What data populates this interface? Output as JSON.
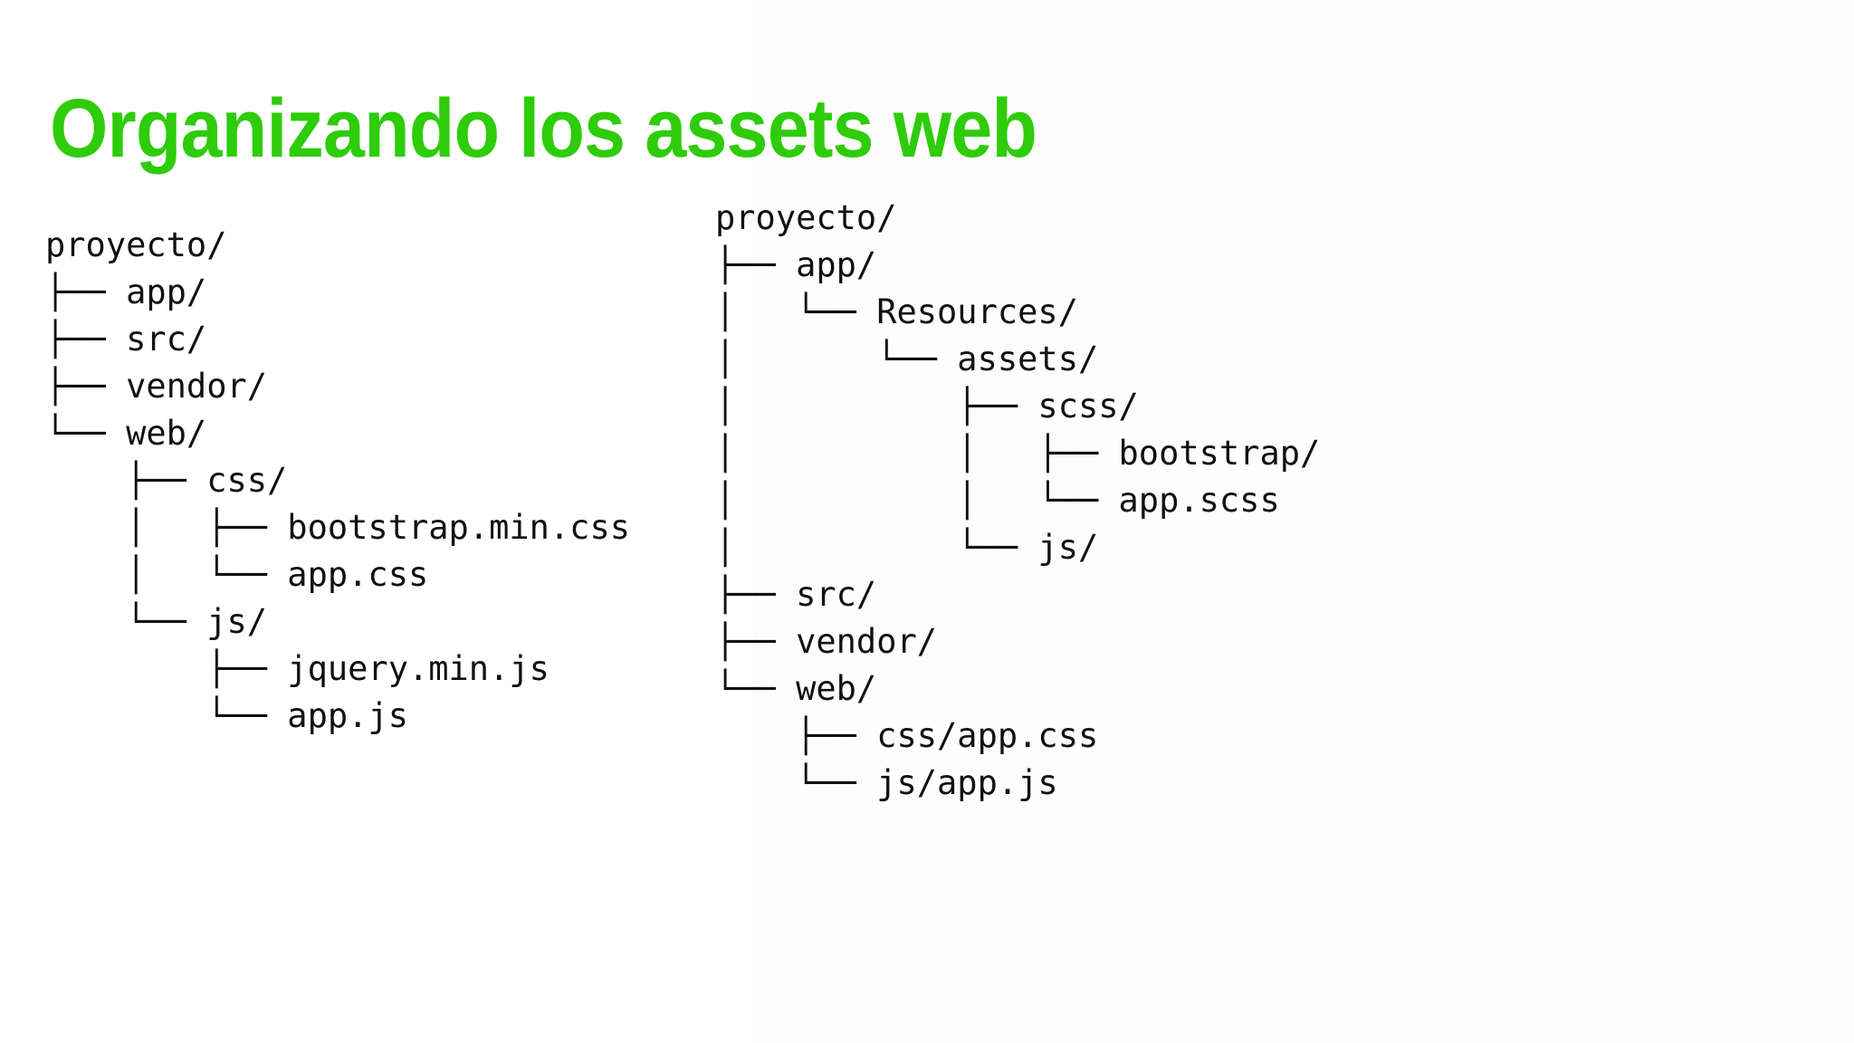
{
  "slide": {
    "title": "Organizando los assets web",
    "title_color": "#2ECC0A",
    "background_color": "#ffffff",
    "text_color": "#111111"
  },
  "trees": {
    "left": {
      "name": "traditional-asset-layout",
      "root": "proyecto/",
      "lines": [
        "proyecto/",
        "├── app/",
        "├── src/",
        "├── vendor/",
        "└── web/",
        "    ├── css/",
        "    │   ├── bootstrap.min.css",
        "    │   └── app.css",
        "    └── js/",
        "        ├── jquery.min.js",
        "        └── app.js"
      ]
    },
    "right": {
      "name": "resources-asset-layout",
      "root": "proyecto/",
      "lines": [
        "proyecto/",
        "├── app/",
        "│   └── Resources/",
        "│       └── assets/",
        "│           ├── scss/",
        "│           │   ├── bootstrap/",
        "│           │   └── app.scss",
        "│           └── js/",
        "├── src/",
        "├── vendor/",
        "└── web/",
        "    ├── css/app.css",
        "    └── js/app.js"
      ]
    }
  }
}
